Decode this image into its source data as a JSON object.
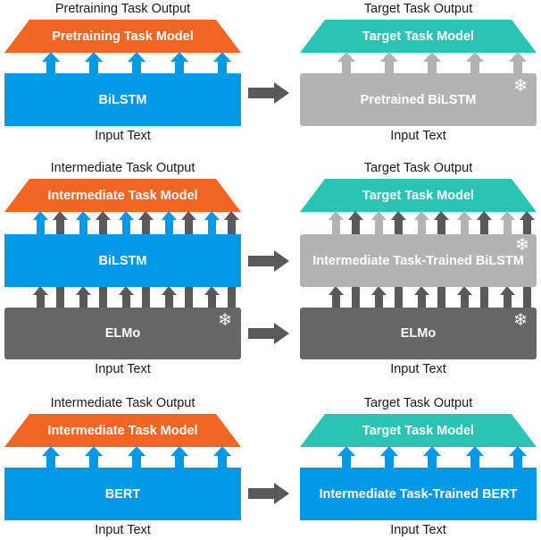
{
  "figure": {
    "title": "Intermediate task transfer learning schematic",
    "colors": {
      "orange": "#f26522",
      "teal": "#2bc4b4",
      "blue": "#0099e5",
      "grey": "#666666",
      "light_grey": "#b3b3b3",
      "arrow_grey": "#595959",
      "flow_arrow": "#595959",
      "text_dark": "#1a1a1a",
      "text_light": "#ffffff"
    },
    "frozen_icon": "snowflake-icon",
    "frozen_glyph": "❄",
    "flow_icon": "right-arrow-icon"
  },
  "rows": [
    {
      "id": "row-bilstm",
      "left": {
        "output_caption": "Pretraining Task Output",
        "head_label": "Pretraining Task Model",
        "head_color": "orange",
        "input_caption": "Input Text",
        "layers": [
          {
            "label": "BiLSTM",
            "color": "blue",
            "frozen": false
          }
        ]
      },
      "right": {
        "output_caption": "Target Task Output",
        "head_label": "Target Task Model",
        "head_color": "teal",
        "input_caption": "Input Text",
        "layers": [
          {
            "label": "Pretrained BiLSTM",
            "color": "light_grey",
            "frozen": true
          }
        ]
      }
    },
    {
      "id": "row-elmo",
      "left": {
        "output_caption": "Intermediate Task Output",
        "head_label": "Intermediate Task Model",
        "head_color": "orange",
        "input_caption": "Input Text",
        "layers": [
          {
            "label": "BiLSTM",
            "color": "blue",
            "frozen": false
          },
          {
            "label": "ELMo",
            "color": "grey",
            "frozen": true
          }
        ]
      },
      "right": {
        "output_caption": "Target Task Output",
        "head_label": "Target Task Model",
        "head_color": "teal",
        "input_caption": "Input Text",
        "layers": [
          {
            "label": "Intermediate Task-Trained BiLSTM",
            "color": "light_grey",
            "frozen": true
          },
          {
            "label": "ELMo",
            "color": "grey",
            "frozen": true
          }
        ]
      }
    },
    {
      "id": "row-bert",
      "left": {
        "output_caption": "Intermediate Task Output",
        "head_label": "Intermediate Task Model",
        "head_color": "orange",
        "input_caption": "Input Text",
        "layers": [
          {
            "label": "BERT",
            "color": "blue",
            "frozen": false
          }
        ]
      },
      "right": {
        "output_caption": "Target Task Output",
        "head_label": "Target Task Model",
        "head_color": "teal",
        "input_caption": "Input Text",
        "layers": [
          {
            "label": "Intermediate Task-Trained BERT",
            "color": "blue",
            "frozen": false
          }
        ]
      }
    }
  ]
}
